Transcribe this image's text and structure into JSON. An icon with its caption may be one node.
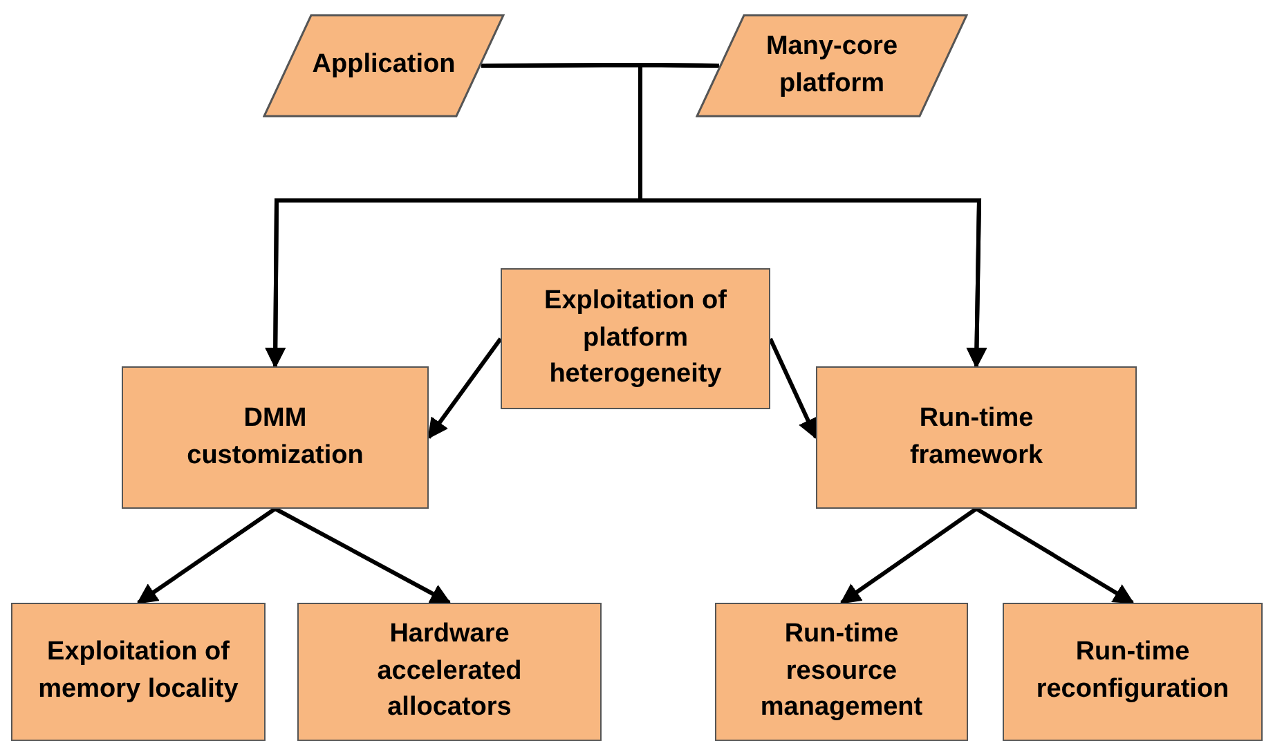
{
  "diagram": {
    "nodes": [
      {
        "text": [
          "Application"
        ]
      },
      {
        "text": [
          "Many-core platform"
        ]
      },
      {
        "text": [
          "Exploitation of platform heterogeneity"
        ]
      },
      {
        "text": [
          "DMM customization"
        ]
      },
      {
        "text": [
          "Run-time framework"
        ]
      },
      {
        "text": [
          "Exploitation of memory locality"
        ]
      },
      {
        "text": [
          "Hardware accelerated allocators"
        ]
      },
      {
        "text": [
          "Run-time resource management"
        ]
      },
      {
        "text": [
          "Run-time reconfiguration"
        ]
      }
    ],
    "edges": [
      {
        "from": 0,
        "to": 3,
        "arrow": "to"
      },
      {
        "from": 0,
        "to": 4,
        "arrow": "to"
      },
      {
        "from": 1,
        "to": 3,
        "arrow": "to"
      },
      {
        "from": 1,
        "to": 4,
        "arrow": "to"
      },
      {
        "from": 2,
        "to": 3,
        "arrow": "to"
      },
      {
        "from": 2,
        "to": 4,
        "arrow": "to"
      },
      {
        "from": 3,
        "to": 5,
        "arrow": "to"
      },
      {
        "from": 3,
        "to": 6,
        "arrow": "to"
      },
      {
        "from": 4,
        "to": 7,
        "arrow": "to"
      },
      {
        "from": 4,
        "to": 8,
        "arrow": "to"
      }
    ]
  }
}
